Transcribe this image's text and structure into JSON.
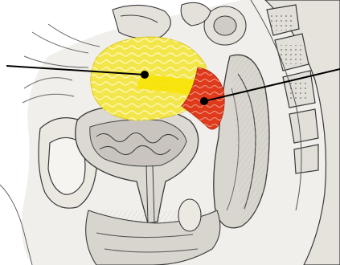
{
  "figure": {
    "style": "pencil-sketch anatomical illustration, sagittal section",
    "colors": {
      "background": "#ffffff",
      "sketch_line": "#3a3a3a",
      "sketch_shade": "#a9a9a9",
      "tissue_fill": "#e9e7e3",
      "tissue_shade": "#cfccc6",
      "highlight_yellow": "#f2e64a",
      "highlight_yellow_band": "#f7e300",
      "highlight_red": "#df3a1c",
      "highlight_red_dark": "#b82a14",
      "wave_pattern": "#fff6b8",
      "pointer_line": "#000000",
      "pointer_dot": "#000000"
    },
    "highlighted_regions": [
      "yellow-mass",
      "red-mass"
    ],
    "pointers": [
      "left-pointer",
      "right-pointer"
    ]
  }
}
